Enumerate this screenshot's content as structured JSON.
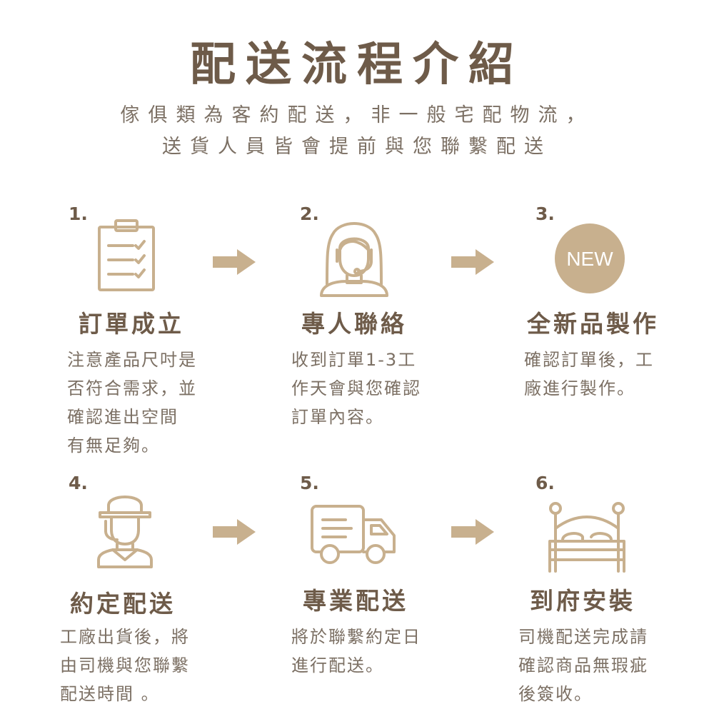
{
  "header": {
    "title": "配送流程介紹",
    "subtitle_line1": "傢俱類為客約配送，非一般宅配物流，",
    "subtitle_line2": "送貨人員皆會提前與您聯繫配送"
  },
  "colors": {
    "accent": "#c8b08e",
    "heading": "#6e5b49",
    "body_text": "#7c7064"
  },
  "steps": [
    {
      "number": "1.",
      "icon": "clipboard-checklist-icon",
      "title": "訂單成立",
      "desc": [
        "注意產品尺吋是",
        "否符合需求，並",
        "確認進出空間",
        "有無足夠。"
      ]
    },
    {
      "number": "2.",
      "icon": "customer-service-agent-icon",
      "title": "專人聯絡",
      "desc": [
        "收到訂單1-3工",
        "作天會與您確認",
        "訂單內容。"
      ]
    },
    {
      "number": "3.",
      "icon": "new-badge-icon",
      "badge_text": "NEW",
      "title": "全新品製作",
      "desc": [
        "確認訂單後，工",
        "廠進行製作。"
      ]
    },
    {
      "number": "4.",
      "icon": "delivery-driver-icon",
      "title": "約定配送",
      "desc": [
        "工廠出貨後，將",
        "由司機與您聯繫",
        "配送時間 。"
      ]
    },
    {
      "number": "5.",
      "icon": "delivery-truck-icon",
      "title": "專業配送",
      "desc": [
        "將於聯繫約定日",
        "進行配送。"
      ]
    },
    {
      "number": "6.",
      "icon": "bed-icon",
      "title": "到府安裝",
      "desc": [
        "司機配送完成請",
        "確認商品無瑕疵",
        "後簽收。"
      ]
    }
  ]
}
